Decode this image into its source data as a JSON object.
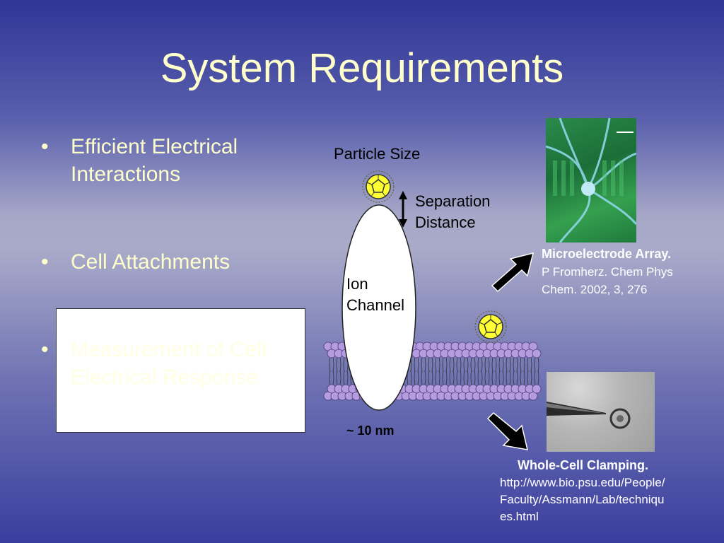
{
  "slide": {
    "title": "System Requirements",
    "bullets": [
      {
        "marker": "•",
        "text": "Efficient Electrical Interactions"
      },
      {
        "marker": "•",
        "text": "Cell Attachments"
      },
      {
        "marker": "•",
        "text": "Measurement of Cell Electrical Response"
      }
    ]
  },
  "diagram": {
    "particle_size_label": "Particle Size",
    "separation_label_line1": "Separation",
    "separation_label_line2": "Distance",
    "ion_channel_line1": "Ion",
    "ion_channel_line2": "Channel",
    "scale_label": "~ 10 nm"
  },
  "references": {
    "microelectrode": {
      "title": "Microelectrode Array.",
      "citation_line1": "P Fromherz. Chem Phys",
      "citation_line2": "Chem. 2002, 3, 276"
    },
    "whole_cell": {
      "title": "Whole-Cell Clamping.",
      "url_line1": "http://www.bio.psu.edu/People/",
      "url_line2": "Faculty/Assmann/Lab/techniqu",
      "url_line3": "es.html"
    }
  },
  "colors": {
    "title_text": "#ffffcc",
    "lipid_head": "#b59be0",
    "nanoparticle": "#ffff33"
  }
}
